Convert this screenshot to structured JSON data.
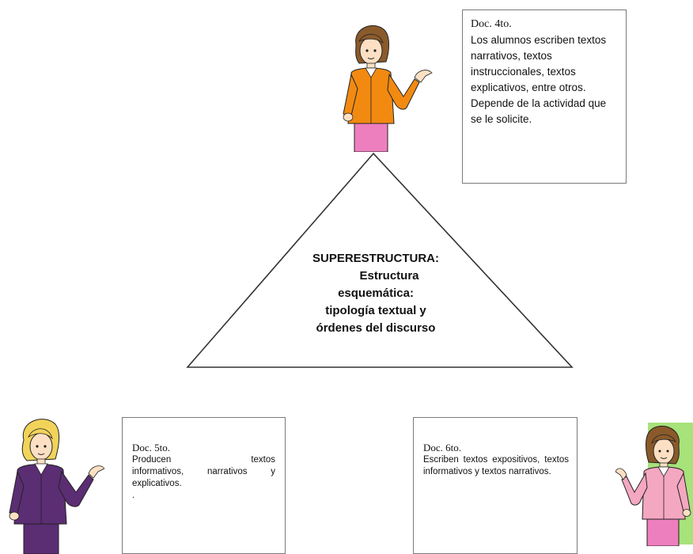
{
  "triangle": {
    "lines": [
      "SUPERESTRUCTURA:",
      "Estructura",
      "esquemática:",
      "tipología textual y",
      "órdenes del discurso"
    ]
  },
  "box_top": {
    "title": "Doc. 4to.",
    "text": "Los alumnos escriben textos narrativos, textos instruccionales, textos explicativos, entre otros. Depende de la actividad que se le solicite."
  },
  "box_left": {
    "title": "Doc. 5to.",
    "line1": "Producen textos",
    "rest": "informativos, narrativos y explicativos.",
    "dot": "."
  },
  "box_right": {
    "title": "Doc. 6to.",
    "text": "Escriben textos expositivos, textos informativos y textos narrativos."
  },
  "colors": {
    "orange_jacket": "#f28a12",
    "purple_jacket": "#5b2d73",
    "pink_jacket": "#f4a7c0",
    "skirt_pink": "#ee7fbf",
    "hair_blonde": "#f2d35a",
    "hair_brown": "#8a5a2b",
    "green_panel": "#a7e27a"
  },
  "icons": [
    "teacher-figure-icon"
  ]
}
